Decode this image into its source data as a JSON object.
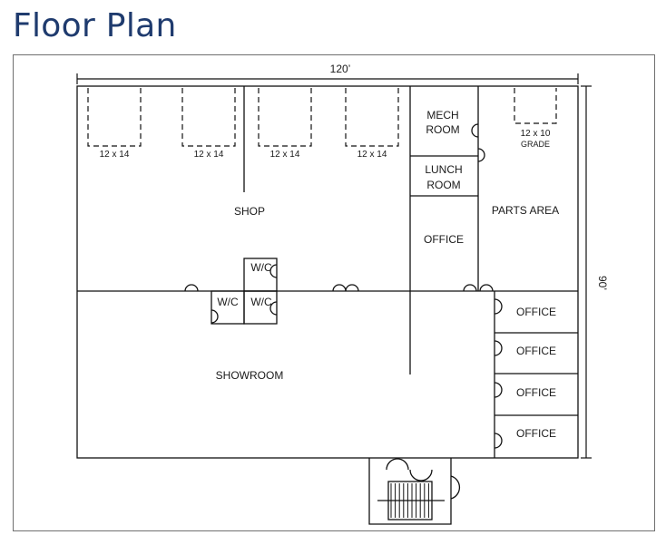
{
  "title": "Floor Plan",
  "colors": {
    "title": "#1f3b6e",
    "lines": "#111111",
    "frame": "#6f6f6f"
  },
  "dimensions": {
    "width": "120’",
    "depth": "90’"
  },
  "bays": [
    "12 x 14",
    "12 x 14",
    "12 x 14",
    "12 x 14"
  ],
  "grade_door": {
    "size": "12 x 10",
    "type": "GRADE"
  },
  "rooms": {
    "shop": "SHOP",
    "showroom": "SHOWROOM",
    "mech_room": [
      "MECH",
      "ROOM"
    ],
    "lunch_room": [
      "LUNCH",
      "ROOM"
    ],
    "office_mid": "OFFICE",
    "parts_area": "PARTS AREA",
    "wc": [
      "W/C",
      "W/C",
      "W/C"
    ],
    "offices_right": [
      "OFFICE",
      "OFFICE",
      "OFFICE",
      "OFFICE"
    ]
  }
}
